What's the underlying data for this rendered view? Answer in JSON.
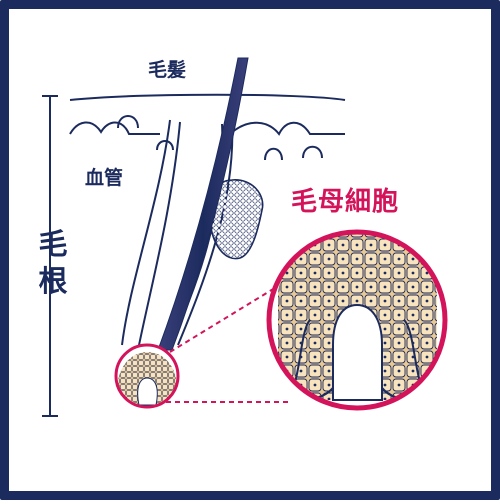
{
  "labels": {
    "hair": "毛髪",
    "blood_vessel": "血管",
    "hair_root_1": "毛",
    "hair_root_2": "根",
    "hair_matrix_cell": "毛母細胞"
  },
  "colors": {
    "frame": "#1c2b5e",
    "outline": "#1c2b5e",
    "accent": "#d4145a",
    "cell_fill": "#f1d6a3",
    "cell_bg": "#e6c590",
    "skin_line": "#1c2b5e"
  }
}
